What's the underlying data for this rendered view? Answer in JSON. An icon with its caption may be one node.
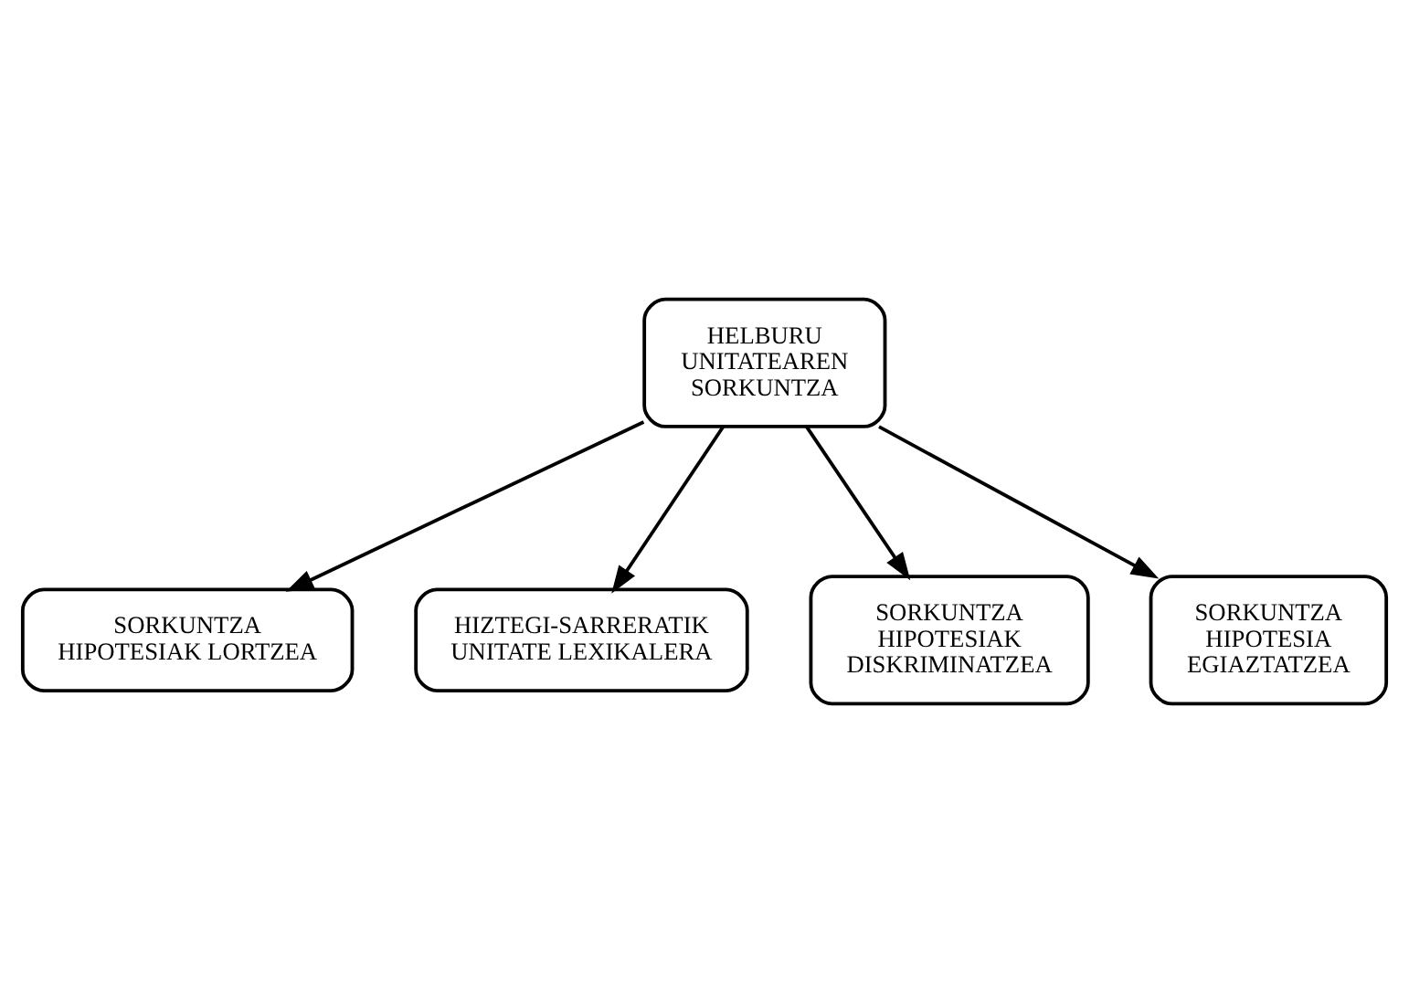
{
  "diagram": {
    "nodes": [
      {
        "text": [
          "HELBURU UNITATEAREN SORKUNTZA"
        ]
      },
      {
        "text": [
          "SORKUNTZA HIPOTESIAK LORTZEA"
        ]
      },
      {
        "text": [
          "HIZTEGI-SARRERATIK UNITATE LEXIKALERA"
        ]
      },
      {
        "text": [
          "SORKUNTZA HIPOTESIAK DISKRIMINATZEA"
        ]
      },
      {
        "text": [
          "SORKUNTZA HIPOTESIA EGIAZTATZEA"
        ]
      }
    ],
    "edges": [
      {
        "from": 0,
        "to": 1,
        "arrow": "to"
      },
      {
        "from": 0,
        "to": 2,
        "arrow": "to"
      },
      {
        "from": 0,
        "to": 3,
        "arrow": "to"
      },
      {
        "from": 0,
        "to": 4,
        "arrow": "to"
      }
    ]
  }
}
